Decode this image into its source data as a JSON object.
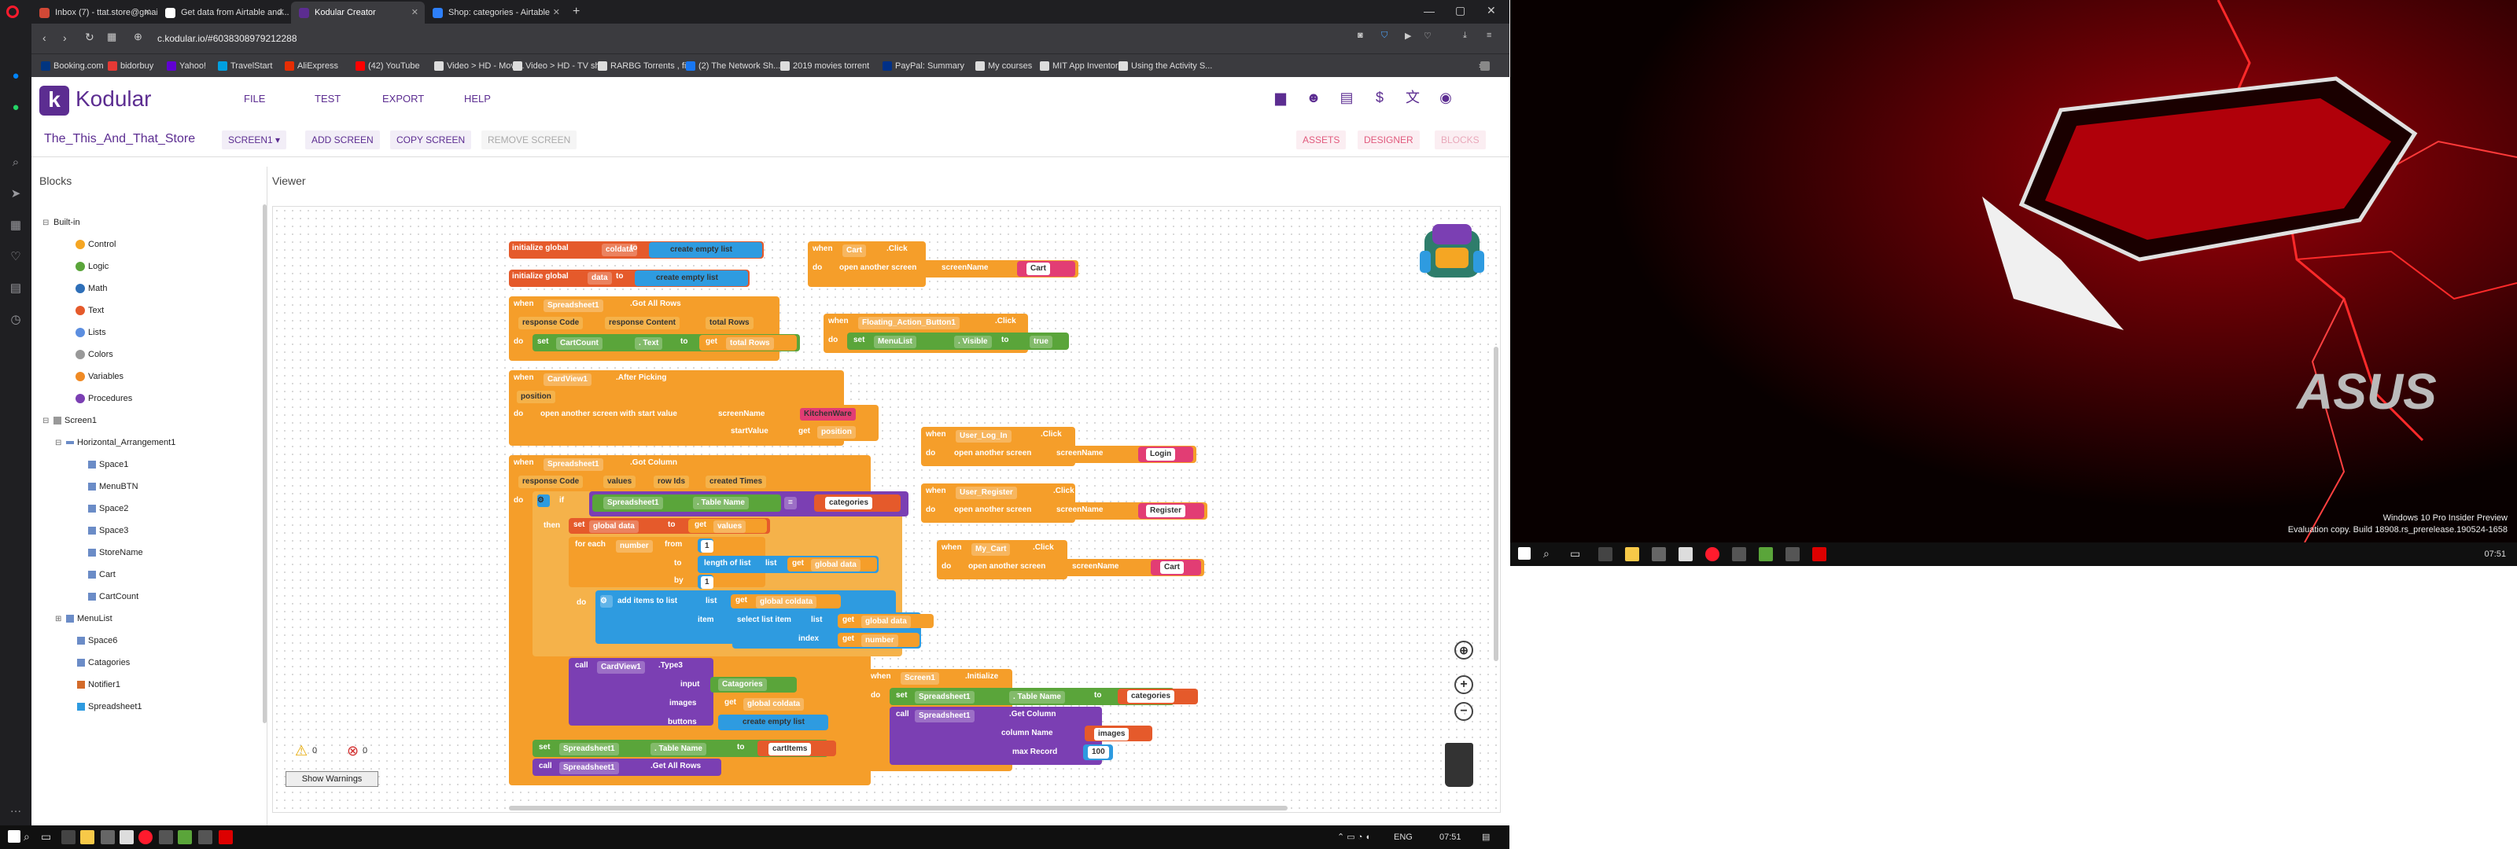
{
  "browser": {
    "tabs": [
      {
        "title": "Inbox (7) - ttat.store@gmail...",
        "color": "#d14836"
      },
      {
        "title": "Get data from Airtable and...",
        "color": "#ffffff"
      },
      {
        "title": "Kodular Creator",
        "color": "#5c2d91"
      },
      {
        "title": "Shop: categories - Airtable",
        "color": "#2d7ff9"
      }
    ],
    "url": "c.kodular.io/#6038308979212288",
    "bookmarks": [
      {
        "label": "Booking.com",
        "color": "#003580"
      },
      {
        "label": "bidorbuy",
        "color": "#e53935"
      },
      {
        "label": "Yahoo!",
        "color": "#6001d2"
      },
      {
        "label": "TravelStart",
        "color": "#00a0e0"
      },
      {
        "label": "AliExpress",
        "color": "#e62e04"
      },
      {
        "label": "(42) YouTube",
        "color": "#ff0000"
      },
      {
        "label": "Video > HD - Movi...",
        "color": "#dddddd"
      },
      {
        "label": "Video > HD - TV sh...",
        "color": "#dddddd"
      },
      {
        "label": "RARBG Torrents , fil...",
        "color": "#dddddd"
      },
      {
        "label": "(2) The Network Sh...",
        "color": "#1877f2"
      },
      {
        "label": "2019 movies torrent",
        "color": "#dddddd"
      },
      {
        "label": "PayPal: Summary",
        "color": "#003087"
      },
      {
        "label": "My courses",
        "color": "#dddddd"
      },
      {
        "label": "MIT App Inventor",
        "color": "#dddddd"
      },
      {
        "label": "Using the Activity S...",
        "color": "#dddddd"
      }
    ]
  },
  "kodular": {
    "logo_letter": "k",
    "logo_text": "Kodular",
    "menu": [
      "FILE",
      "TEST",
      "EXPORT",
      "HELP"
    ],
    "project_name": "The_This_And_That_Store",
    "screen_selector": "SCREEN1 ▾",
    "add_screen": "ADD SCREEN",
    "copy_screen": "COPY SCREEN",
    "remove_screen": "REMOVE SCREEN",
    "assets": "ASSETS",
    "designer": "DESIGNER",
    "blocks_btn": "BLOCKS",
    "blocks_title": "Blocks",
    "viewer_title": "Viewer"
  },
  "tree": {
    "builtin": "Built-in",
    "builtin_items": [
      {
        "label": "Control",
        "color": "#f5a623"
      },
      {
        "label": "Logic",
        "color": "#5aa53a"
      },
      {
        "label": "Math",
        "color": "#2e6fb8"
      },
      {
        "label": "Text",
        "color": "#e55a2b"
      },
      {
        "label": "Lists",
        "color": "#5c8ee0"
      },
      {
        "label": "Colors",
        "color": "#999999"
      },
      {
        "label": "Variables",
        "color": "#f08a24"
      },
      {
        "label": "Procedures",
        "color": "#7b3fb3"
      }
    ],
    "screen": "Screen1",
    "arrangement": "Horizontal_Arrangement1",
    "arrangement_items": [
      "Space1",
      "MenuBTN",
      "Space2",
      "Space3",
      "StoreName",
      "Cart",
      "CartCount"
    ],
    "other_items": [
      "MenuList",
      "Space6",
      "Catagories",
      "Notifier1",
      "Spreadsheet1"
    ]
  },
  "workspace": {
    "b1": [
      "initialize global",
      "coldata",
      "to",
      "create empty list"
    ],
    "b2": [
      "initialize global",
      "data",
      "to",
      "create empty list"
    ],
    "b3": [
      "when",
      "Spreadsheet1",
      ".Got All Rows",
      "response Code",
      "response Content",
      "total Rows",
      "do",
      "set",
      "CartCount",
      ". Text",
      "to",
      "get",
      "total Rows"
    ],
    "b4": [
      "when",
      "CardView1",
      ".After Picking",
      "position",
      "do",
      "open another screen with start value",
      "screenName",
      "KitchenWare",
      "startValue",
      "get",
      "position"
    ],
    "b5": [
      "when",
      "Spreadsheet1",
      ".Got Column",
      "response Code",
      "values",
      "row Ids",
      "created Times",
      "do",
      "if",
      "Spreadsheet1",
      ". Table Name",
      "=",
      "categories",
      "then",
      "set",
      "global data",
      "to",
      "get",
      "values",
      "for each",
      "number",
      "from",
      "1",
      "to",
      "length of list",
      "list",
      "get",
      "global data",
      "by",
      "1",
      "do",
      "add items to list",
      "list",
      "get",
      "global coldata",
      "item",
      "select list item",
      "list",
      "get",
      "global data",
      "index",
      "get",
      "number",
      "call",
      "CardView1",
      ".Type3",
      "input",
      "Catagories",
      "images",
      "get",
      "global coldata",
      "buttons",
      "create empty list",
      "set",
      "Spreadsheet1",
      ". Table Name",
      "to",
      "cartItems",
      "call",
      "Spreadsheet1",
      ".Get All Rows"
    ],
    "b6": [
      "when",
      "Cart",
      ".Click",
      "do",
      "open another screen",
      "screenName",
      "Cart"
    ],
    "b7": [
      "when",
      "Floating_Action_Button1",
      ".Click",
      "do",
      "set",
      "MenuList",
      ". Visible",
      "to",
      "true"
    ],
    "b8": [
      "when",
      "User_Log_In",
      ".Click",
      "do",
      "open another screen",
      "screenName",
      "Login"
    ],
    "b9": [
      "when",
      "User_Register",
      ".Click",
      "do",
      "open another screen",
      "screenName",
      "Register"
    ],
    "b10": [
      "when",
      "My_Cart",
      ".Click",
      "do",
      "open another screen",
      "screenName",
      "Cart"
    ],
    "b11": [
      "when",
      "Screen1",
      ".Initialize",
      "do",
      "set",
      "Spreadsheet1",
      ". Table Name",
      "to",
      "categories",
      "call",
      "Spreadsheet1",
      ".Get Column",
      "column Name",
      "images",
      "max Record",
      "100"
    ],
    "warnings_count": "0",
    "errors_count": "0",
    "show_warnings": "Show Warnings"
  },
  "desktop": {
    "brand": "ASUS",
    "eval_line1": "Windows 10 Pro Insider Preview",
    "eval_line2": "Evaluation copy. Build 18908.rs_prerelease.190524-1658",
    "clock_right": "07:51",
    "tray_lang": "ENG",
    "clock_left": "07:51"
  }
}
